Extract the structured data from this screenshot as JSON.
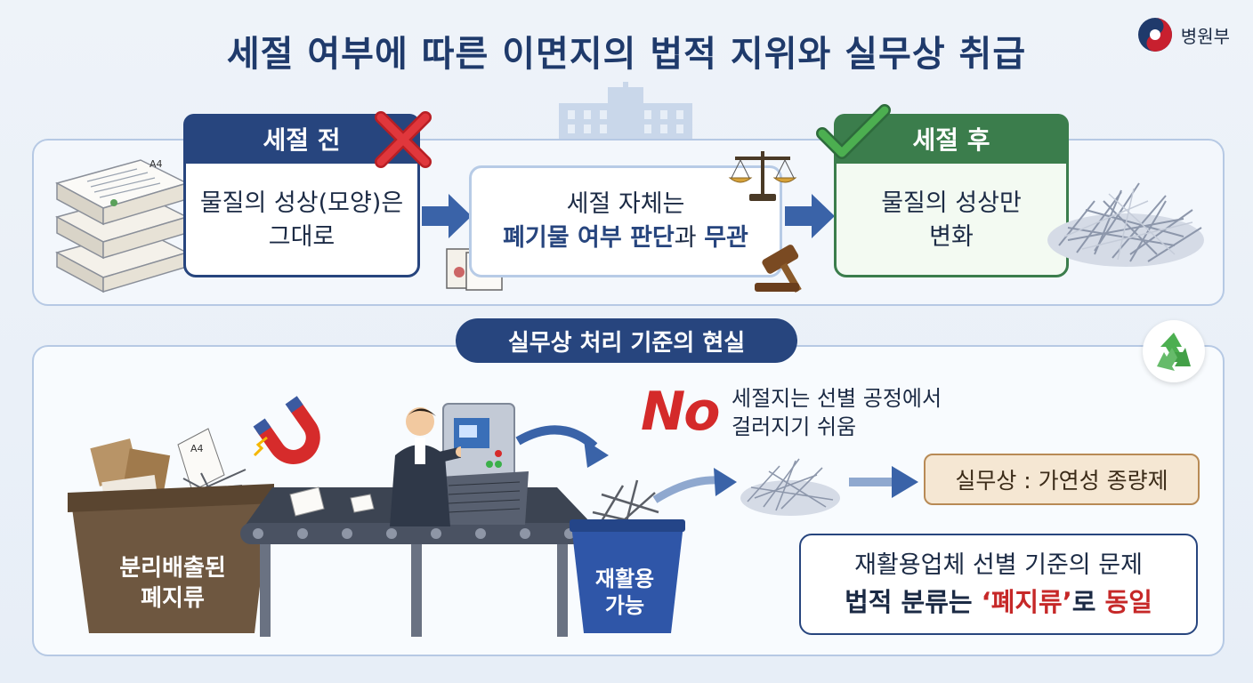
{
  "title": "세절 여부에 따른 이면지의 법적 지위와 실무상 취급",
  "logo_text": "병원부",
  "upper": {
    "before": {
      "header": "세절 전",
      "body_line1": "물질의 성상(모양)은",
      "body_line2": "그대로"
    },
    "middle": {
      "line1": "세절 자체는",
      "line2_bold1": "폐기물 여부 판단",
      "line2_mid": "과 ",
      "line2_bold2": "무관"
    },
    "after": {
      "header": "세절 후",
      "body_line1": "물질의 성상만",
      "body_line2": "변화"
    }
  },
  "lower": {
    "section_title": "실무상 처리 기준의 현실",
    "no_label": "No",
    "no_desc_line1": "세절지는 선별 공정에서",
    "no_desc_line2": "걸러지기 쉬움",
    "practice": "실무상 : 가연성 종량제",
    "bin_label_line1": "분리배출된",
    "bin_label_line2": "폐지류",
    "blue_bin_line1": "재활용",
    "blue_bin_line2": "가능",
    "problem_line1": "재활용업체 선별 기준의 문제",
    "problem_line2_a": "법적 분류는 ",
    "problem_line2_red": "‘폐지류’",
    "problem_line2_b": "로 ",
    "problem_line2_red2": "동일"
  },
  "paper_label": "A4",
  "colors": {
    "navy": "#27457e",
    "green": "#3b7d4c",
    "red": "#d42a2a",
    "practice_bg": "#f5e7d3"
  },
  "icons": [
    "red-x-icon",
    "green-check-icon",
    "scales-icon",
    "gavel-icon",
    "document-icon",
    "building-icon",
    "magnet-icon",
    "recycle-icon",
    "shredded-paper-icon",
    "paper-stack-icon",
    "worker-icon",
    "conveyor-icon",
    "shredder-machine-icon",
    "brown-bin-icon",
    "blue-bin-icon",
    "arrow-right-icon"
  ]
}
